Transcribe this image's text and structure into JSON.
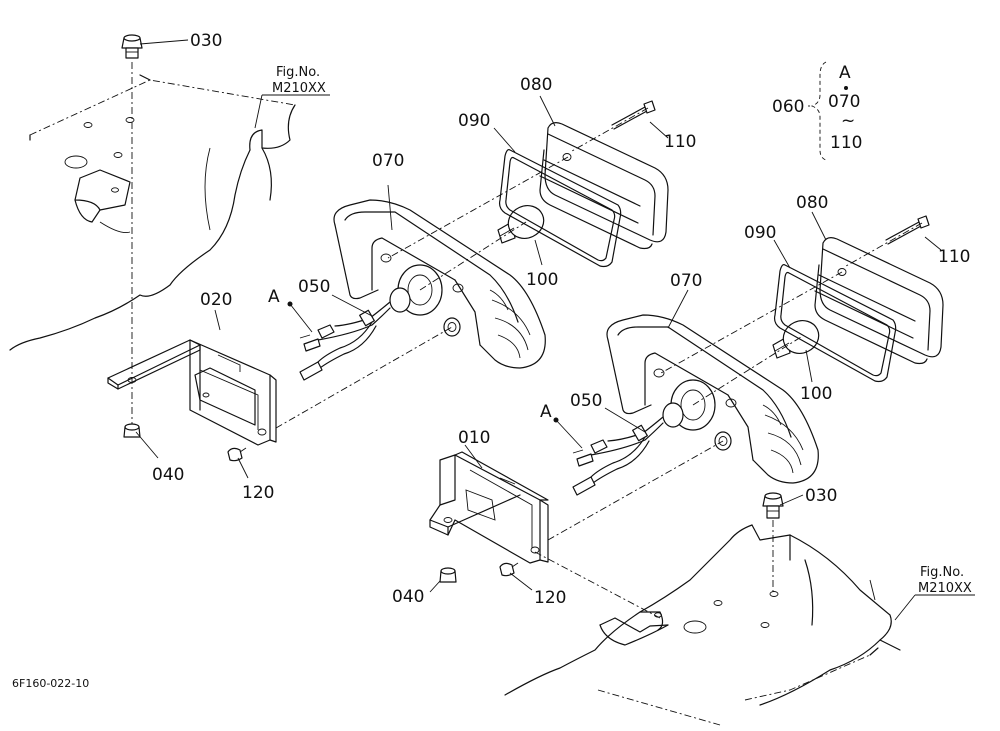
{
  "figure_code": "6F160-022-10",
  "fig_ref_left": {
    "line1": "Fig.No.",
    "line2": "M210XX"
  },
  "fig_ref_right": {
    "line1": "Fig.No.",
    "line2": "M210XX"
  },
  "callouts": {
    "p030_left": "030",
    "p030_right": "030",
    "p020": "020",
    "p010": "010",
    "p040_left": "040",
    "p040_right": "040",
    "p120_left": "120",
    "p120_right": "120",
    "p050_left": "050",
    "p050_right": "050",
    "p070_left": "070",
    "p070_right": "070",
    "p080_left": "080",
    "p080_right": "080",
    "p090_left": "090",
    "p090_right": "090",
    "p100_left": "100",
    "p100_right": "100",
    "p110_left": "110",
    "p110_right": "110",
    "a_left": "A",
    "a_right": "A"
  },
  "legend_060": {
    "part": "060",
    "top": "A",
    "mid": "070",
    "tilde": "~",
    "bottom": "110"
  }
}
